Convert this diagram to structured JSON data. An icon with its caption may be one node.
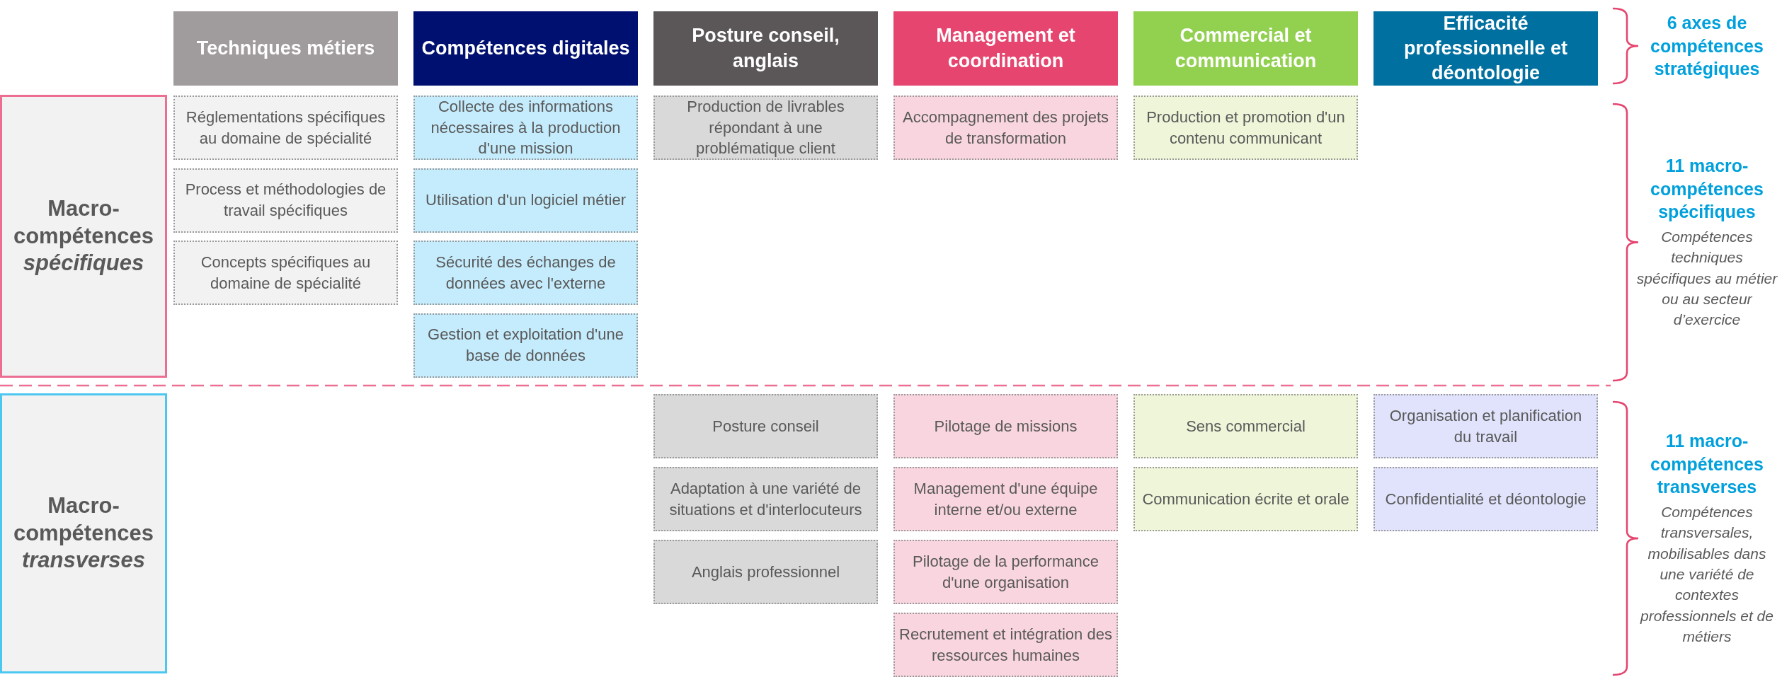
{
  "diagram": {
    "nodes": [
      {
        "text": [
          "Techniques métiers"
        ]
      },
      {
        "text": [
          "Compétences digitales"
        ]
      },
      {
        "text": [
          "Posture conseil, anglais"
        ]
      },
      {
        "text": [
          "Management et coordination"
        ]
      },
      {
        "text": [
          "Commercial et communication"
        ]
      },
      {
        "text": [
          "Efficacité professionnelle et déontologie"
        ]
      },
      {
        "text": [
          "Macro-compétences *spécifiques*"
        ]
      },
      {
        "text": [
          "Réglementations spécifiques au domaine de spécialité"
        ]
      },
      {
        "text": [
          "Collecte des informations nécessaires à la production d'une mission"
        ]
      },
      {
        "text": [
          "Production de livrables répondant à une problématique client"
        ]
      },
      {
        "text": [
          "Accompagnement des projets de transformation"
        ]
      },
      {
        "text": [
          "Production et promotion d'un contenu communicant"
        ]
      },
      {
        "text": [
          "Process et méthodologies de travail spécifiques"
        ]
      },
      {
        "text": [
          "Utilisation d'un logiciel métier"
        ]
      },
      {
        "text": [
          "Concepts spécifiques au domaine de spécialité"
        ]
      },
      {
        "text": [
          "Sécurité des échanges de données avec l'externe"
        ]
      },
      {
        "text": [
          "Gestion et exploitation d'une base de données"
        ]
      },
      {
        "text": [
          "Macro-compétences *transverses*"
        ]
      },
      {
        "text": [
          "Posture conseil"
        ]
      },
      {
        "text": [
          "Pilotage de missions"
        ]
      },
      {
        "text": [
          "Sens commercial"
        ]
      },
      {
        "text": [
          "Organisation et planification du travail"
        ]
      },
      {
        "text": [
          "Adaptation à une variété de situations et d'interlocuteurs"
        ]
      },
      {
        "text": [
          "Management d'une équipe interne et/ou externe"
        ]
      },
      {
        "text": [
          "Communication écrite et orale"
        ]
      },
      {
        "text": [
          "Confidentialité et déontologie"
        ]
      },
      {
        "text": [
          "Anglais professionnel"
        ]
      },
      {
        "text": [
          "Pilotage de la performance d'une organisation"
        ]
      },
      {
        "text": [
          "Recrutement et intégration des ressources humaines"
        ]
      }
    ],
    "labels": [
      "6 axes de compétences stratégiques",
      "11 macro-compétences spécifiques",
      "Compétences techniques spécifiques au métier ou au secteur d’exercice",
      "11 macro-compétences transverses",
      "Compétences transversales, mobilisables dans une variété de contextes professionnels et de métiers"
    ]
  }
}
